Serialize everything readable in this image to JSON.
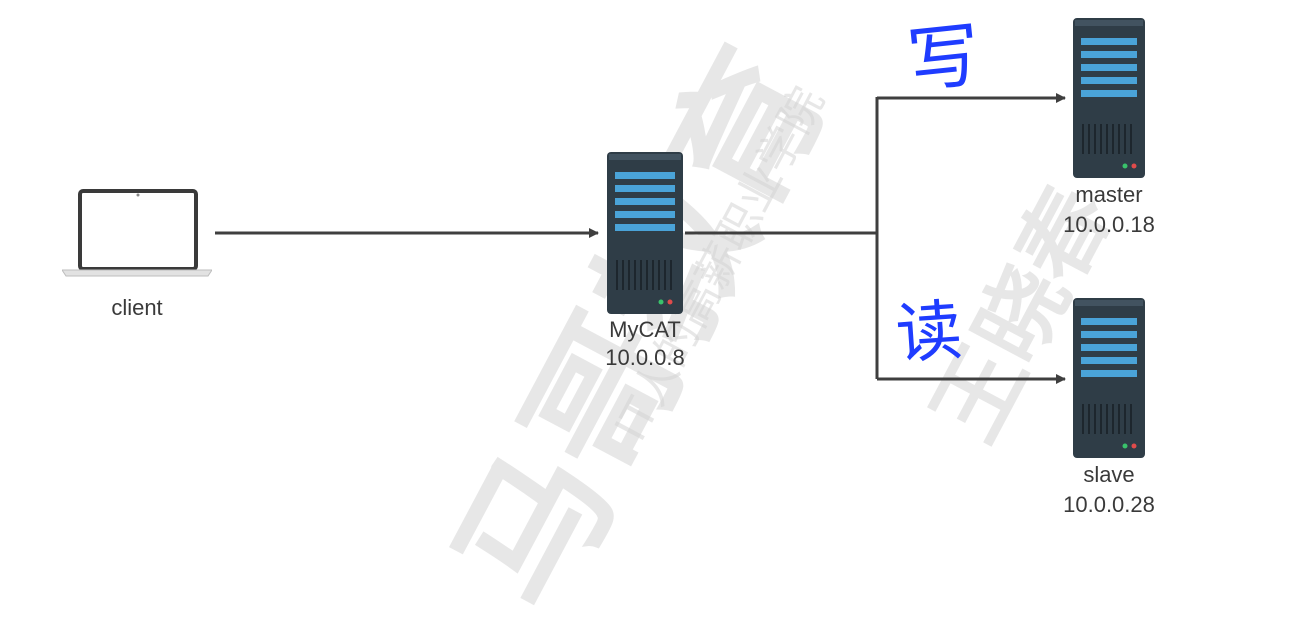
{
  "diagram": {
    "nodes": {
      "client": {
        "label": "client",
        "icon": "laptop-icon"
      },
      "mycat": {
        "label": "MyCAT",
        "ip": "10.0.0.8",
        "icon": "server-icon"
      },
      "master": {
        "label": "master",
        "ip": "10.0.0.18",
        "icon": "server-icon"
      },
      "slave": {
        "label": "slave",
        "ip": "10.0.0.28",
        "icon": "server-icon"
      }
    },
    "annotations": {
      "write": "写",
      "read": "读"
    },
    "watermarks": {
      "large": "马哥教育",
      "small": "IT人的高薪职业学院",
      "side": "王晓春"
    },
    "colors": {
      "line": "#3f3f3f",
      "server_body": "#2f3d47",
      "server_accent": "#4aa3d8",
      "handwriting": "#1f3cff"
    }
  }
}
